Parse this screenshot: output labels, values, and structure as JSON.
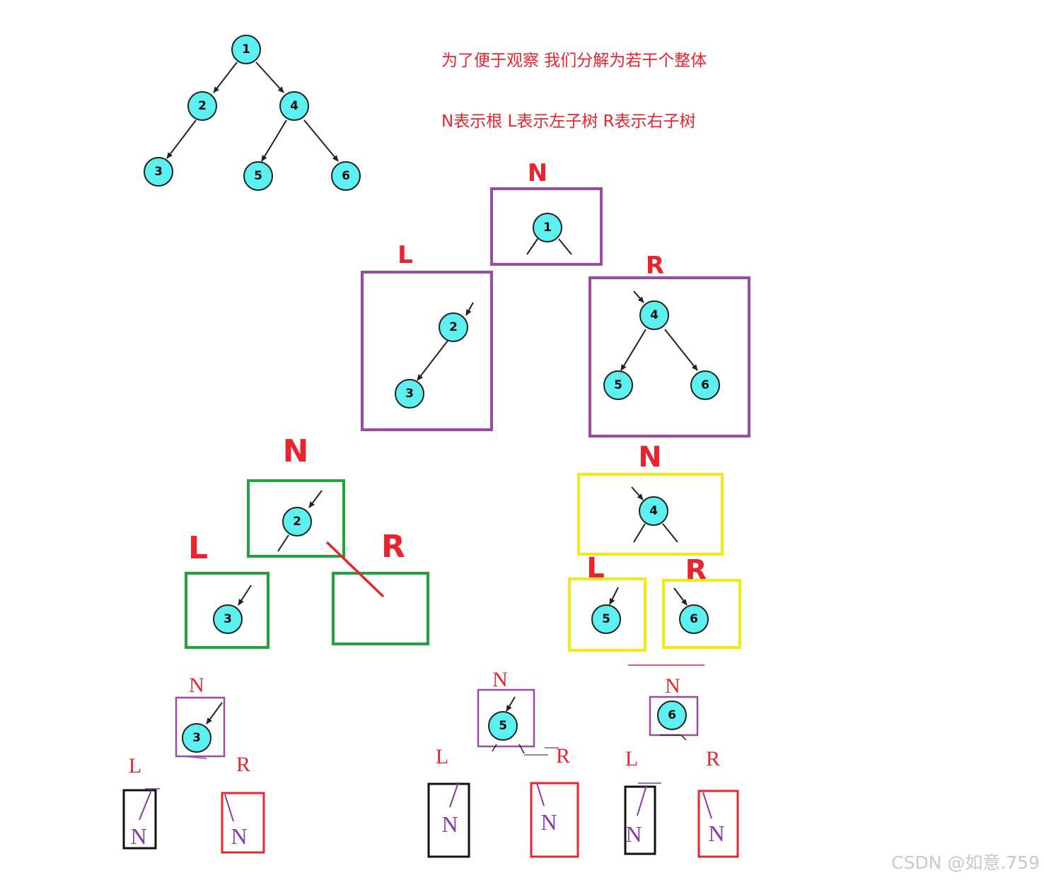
{
  "notes": {
    "line1": "为了便于观察 我们分解为若干个整体",
    "line2": "N表示根 L表示左子树 R表示右子树"
  },
  "tree": {
    "nodes": [
      "1",
      "2",
      "3",
      "4",
      "5",
      "6"
    ]
  },
  "labels": {
    "n": "N",
    "l": "L",
    "r": "R"
  },
  "watermark": "CSDN @如意.759",
  "colors": {
    "node_fill": "#5df0f0",
    "purple": "#9b4aa6",
    "green": "#22a340",
    "yellow": "#f2ea12",
    "red": "#e8242f",
    "black": "#111111"
  }
}
